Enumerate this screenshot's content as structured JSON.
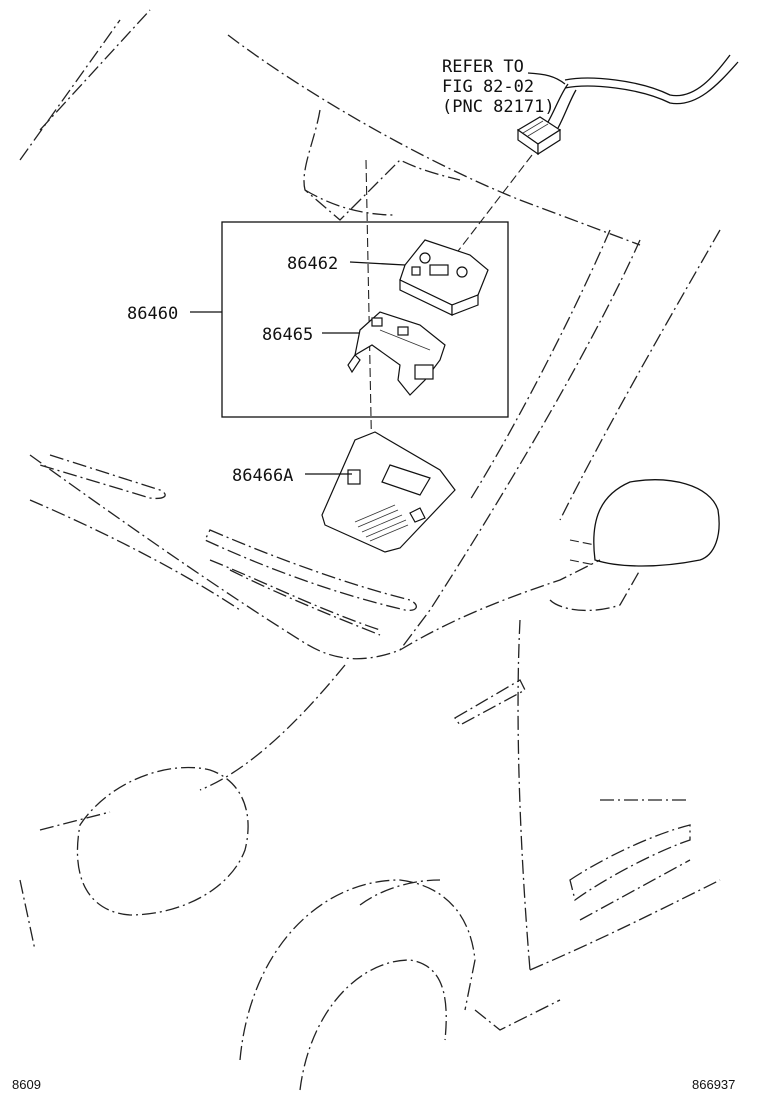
{
  "callouts": {
    "refer_line1": "REFER TO",
    "refer_line2": "FIG 82-02",
    "refer_line3": "(PNC 82171)",
    "assembly": "86460",
    "part_bracket_upper": "86462",
    "part_bracket_lower": "86465",
    "part_cover": "86466A"
  },
  "footer": {
    "left_code": "8609",
    "right_code": "866937"
  }
}
